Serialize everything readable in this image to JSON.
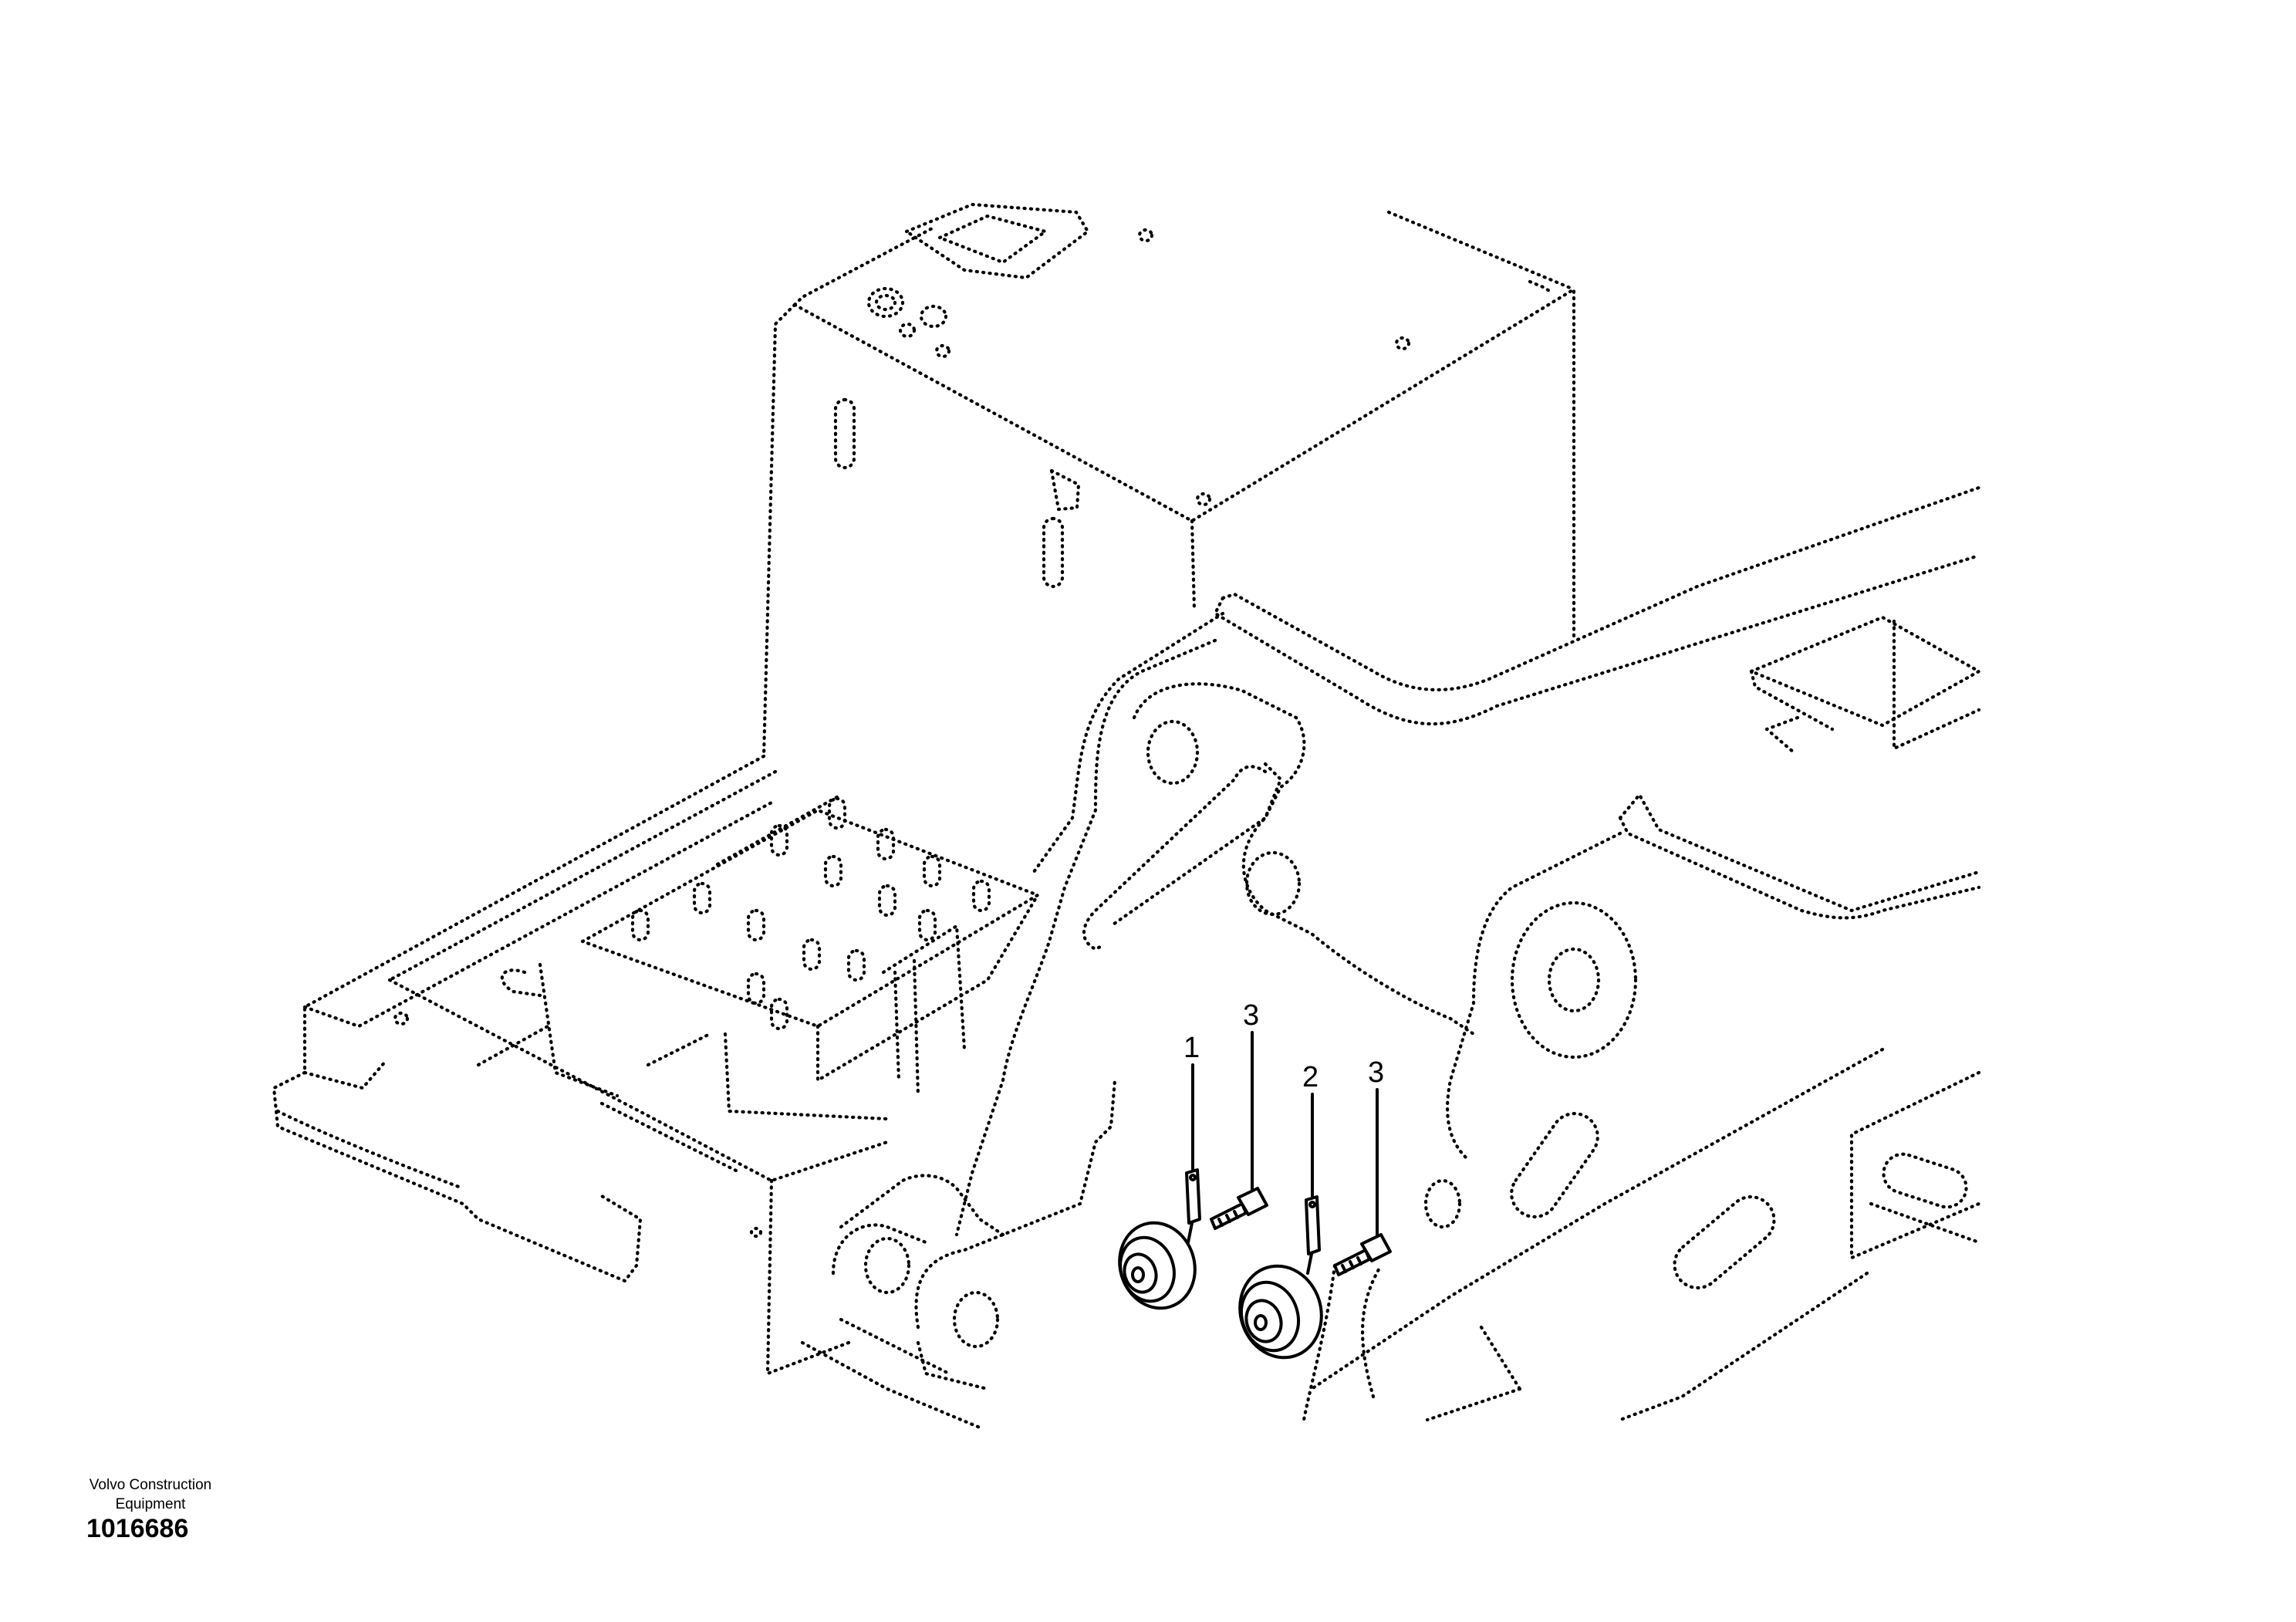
{
  "drawing": {
    "manufacturer_line1": "Volvo Construction",
    "manufacturer_line2": "Equipment",
    "illustration_number": "1016686"
  },
  "callouts": [
    {
      "id": "c1",
      "label": "1"
    },
    {
      "id": "c2",
      "label": "2"
    },
    {
      "id": "c3a",
      "label": "3"
    },
    {
      "id": "c3b",
      "label": "3"
    }
  ],
  "colors": {
    "line": "#000000",
    "background": "#ffffff"
  }
}
